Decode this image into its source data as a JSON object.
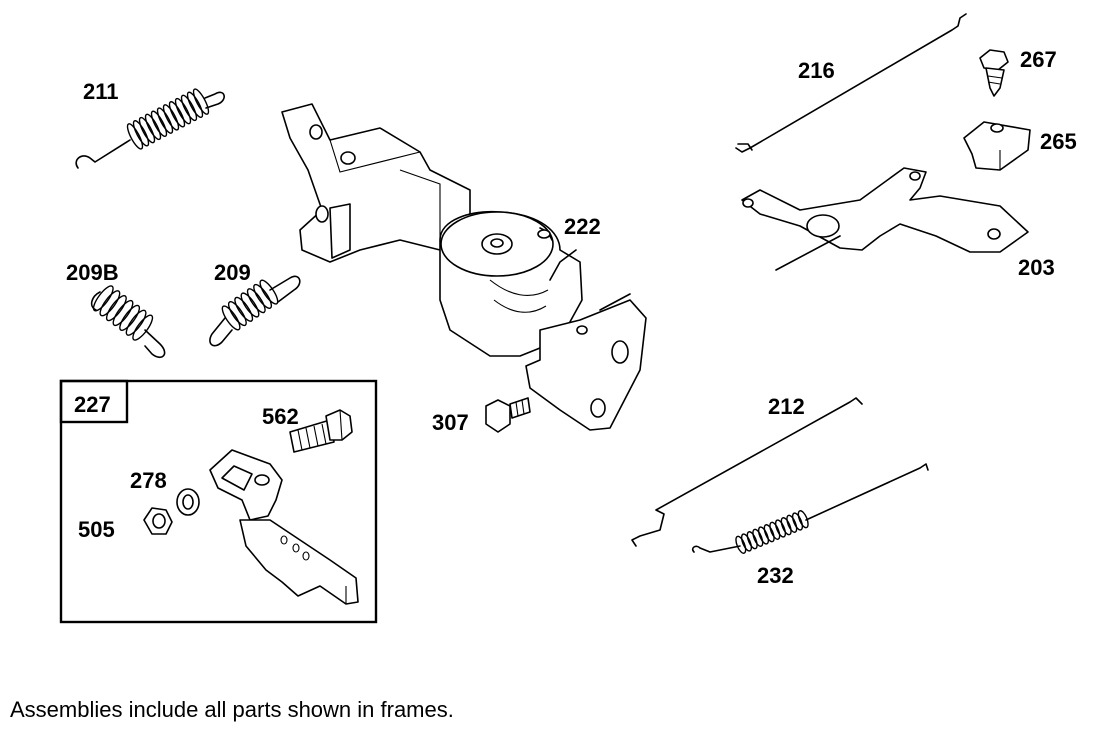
{
  "parts": {
    "p211": "211",
    "p209B": "209B",
    "p209": "209",
    "p227": "227",
    "p562": "562",
    "p278": "278",
    "p505": "505",
    "p222": "222",
    "p307": "307",
    "p216": "216",
    "p267": "267",
    "p265": "265",
    "p203": "203",
    "p212": "212",
    "p232": "232"
  },
  "footnote": "Assemblies include all parts shown in frames."
}
